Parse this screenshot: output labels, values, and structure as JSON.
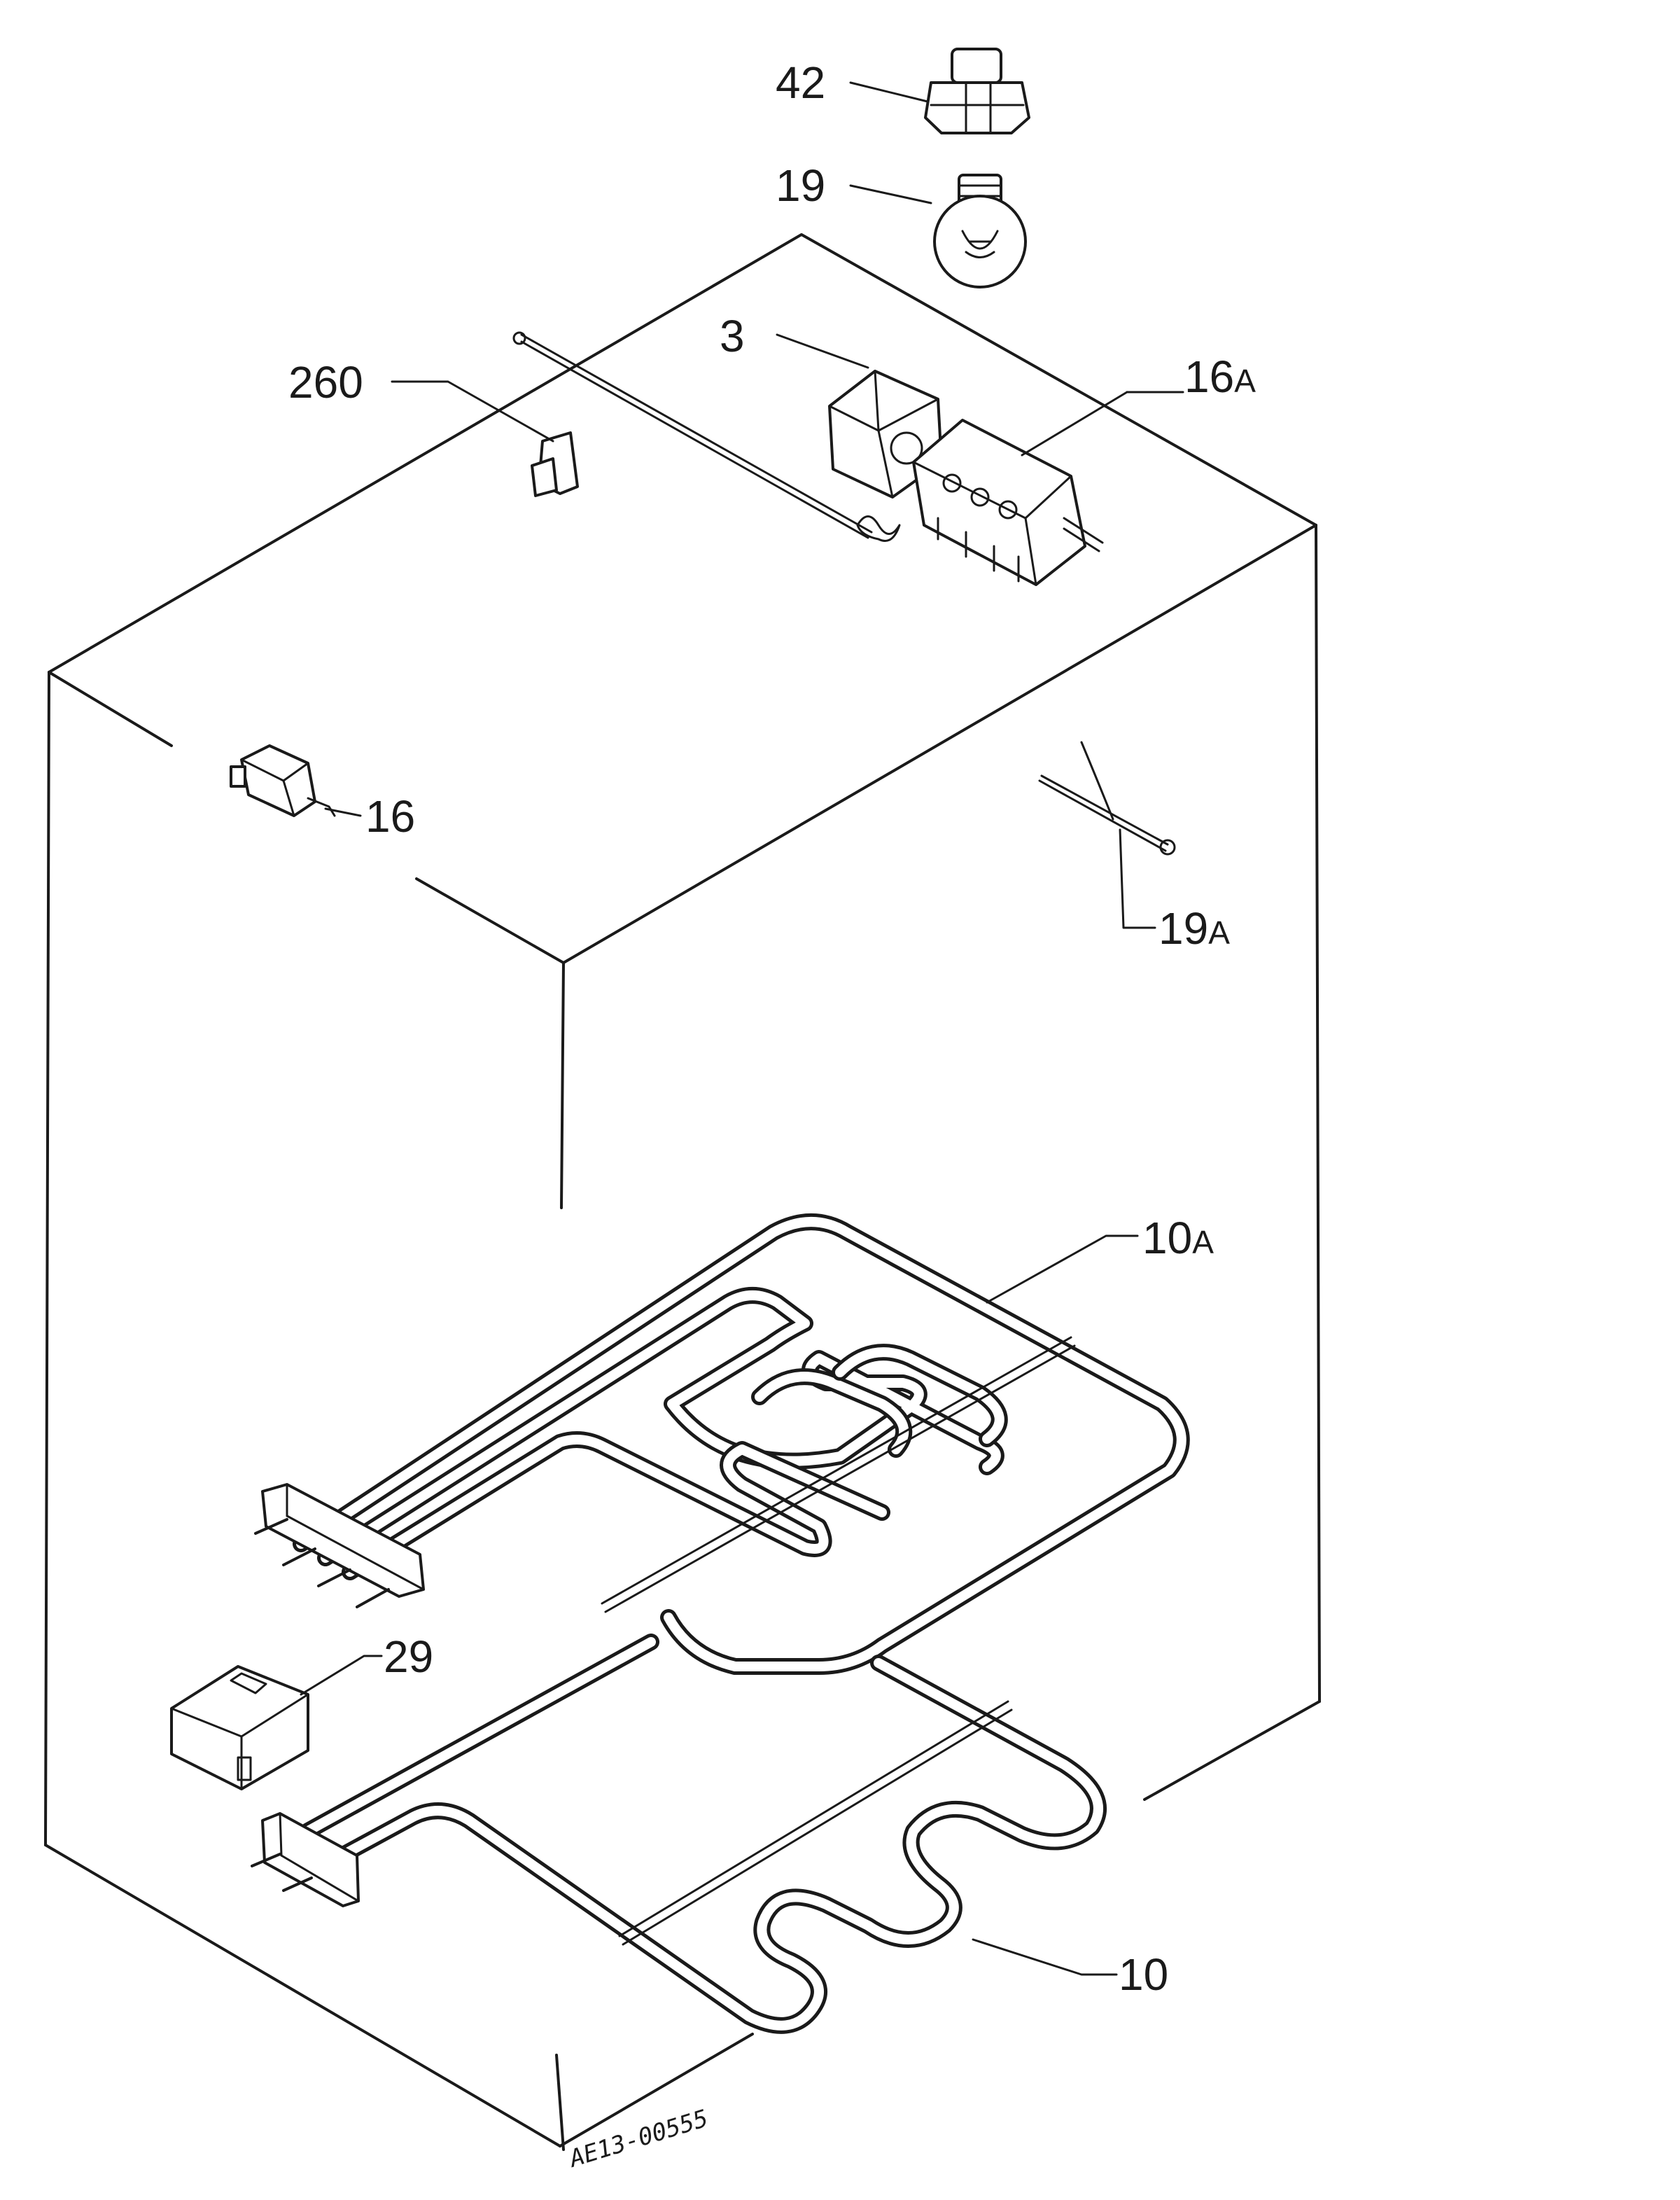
{
  "labels": {
    "p42": "42",
    "p19": "19",
    "p3": "3",
    "p260": "260",
    "p16a_num": "16",
    "p16a_suf": "A",
    "p16": "16",
    "p19a_num": "19",
    "p19a_suf": "A",
    "p10a_num": "10",
    "p10a_suf": "A",
    "p29": "29",
    "p10": "10"
  },
  "drawing_code": "AE13-00555"
}
